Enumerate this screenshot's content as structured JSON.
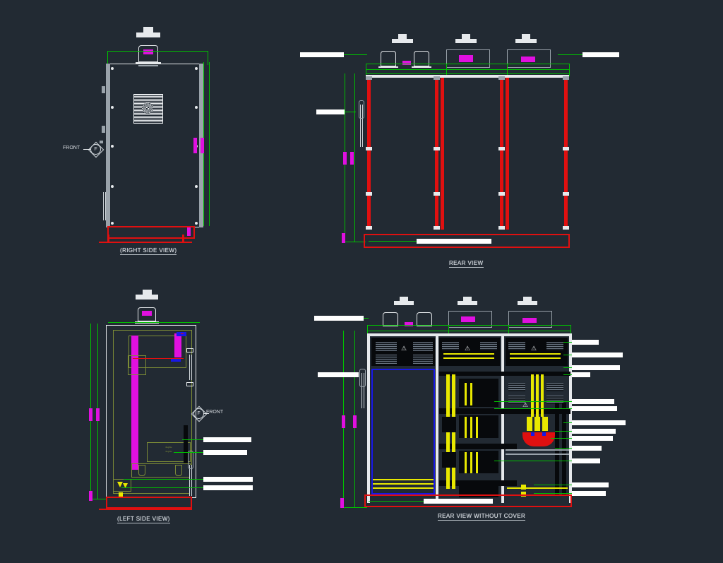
{
  "drawing": {
    "background_color": "#222a33",
    "line_colors": {
      "white": "#e6e9ec",
      "green": "#00c000",
      "red": "#e01010",
      "magenta": "#e010e0",
      "yellow": "#e8e800",
      "olive": "#7d8c36",
      "blue": "#1818e8",
      "black": "#07090c",
      "grey": "#9aa3ab"
    }
  },
  "views": [
    {
      "id": "right-side-view",
      "title": "(RIGHT SIDE VIEW)"
    },
    {
      "id": "rear-view",
      "title": "REAR VIEW"
    },
    {
      "id": "left-side-view",
      "title": "(LEFT SIDE VIEW)"
    },
    {
      "id": "rear-view-no-cover",
      "title": "REAR VIEW WITHOUT COVER"
    }
  ],
  "orientation_markers": [
    {
      "label": "FRONT",
      "symbol": "F",
      "position": "left-of-symbol"
    },
    {
      "label": "FRONT",
      "symbol": "F",
      "position": "right-of-symbol"
    }
  ],
  "annotation_note": "Callout leader texts are redacted white bars",
  "callouts": {
    "rear_view_left": [
      {
        "w": 62
      },
      {
        "w": 40
      }
    ],
    "rear_view_right": [
      {
        "w": 52
      }
    ],
    "rear_view_base": [
      {
        "w": 106
      }
    ],
    "left_side_view": [
      {
        "w": 68
      },
      {
        "w": 62
      },
      {
        "w": 70
      },
      {
        "w": 70
      }
    ],
    "nocover_left": [
      {
        "w": 70
      },
      {
        "w": 58
      }
    ],
    "nocover_right": [
      {
        "w": 38
      },
      {
        "w": 72
      },
      {
        "w": 68
      },
      {
        "w": 26
      },
      {
        "w": 60
      },
      {
        "w": 64
      },
      {
        "w": 76
      },
      {
        "w": 62
      },
      {
        "w": 58
      },
      {
        "w": 42
      },
      {
        "w": 40
      }
    ],
    "nocover_base": [
      {
        "w": 98
      }
    ]
  },
  "equipment_text": {
    "nameplate_line1": "illegible",
    "nameplate_line2": "illegible"
  }
}
